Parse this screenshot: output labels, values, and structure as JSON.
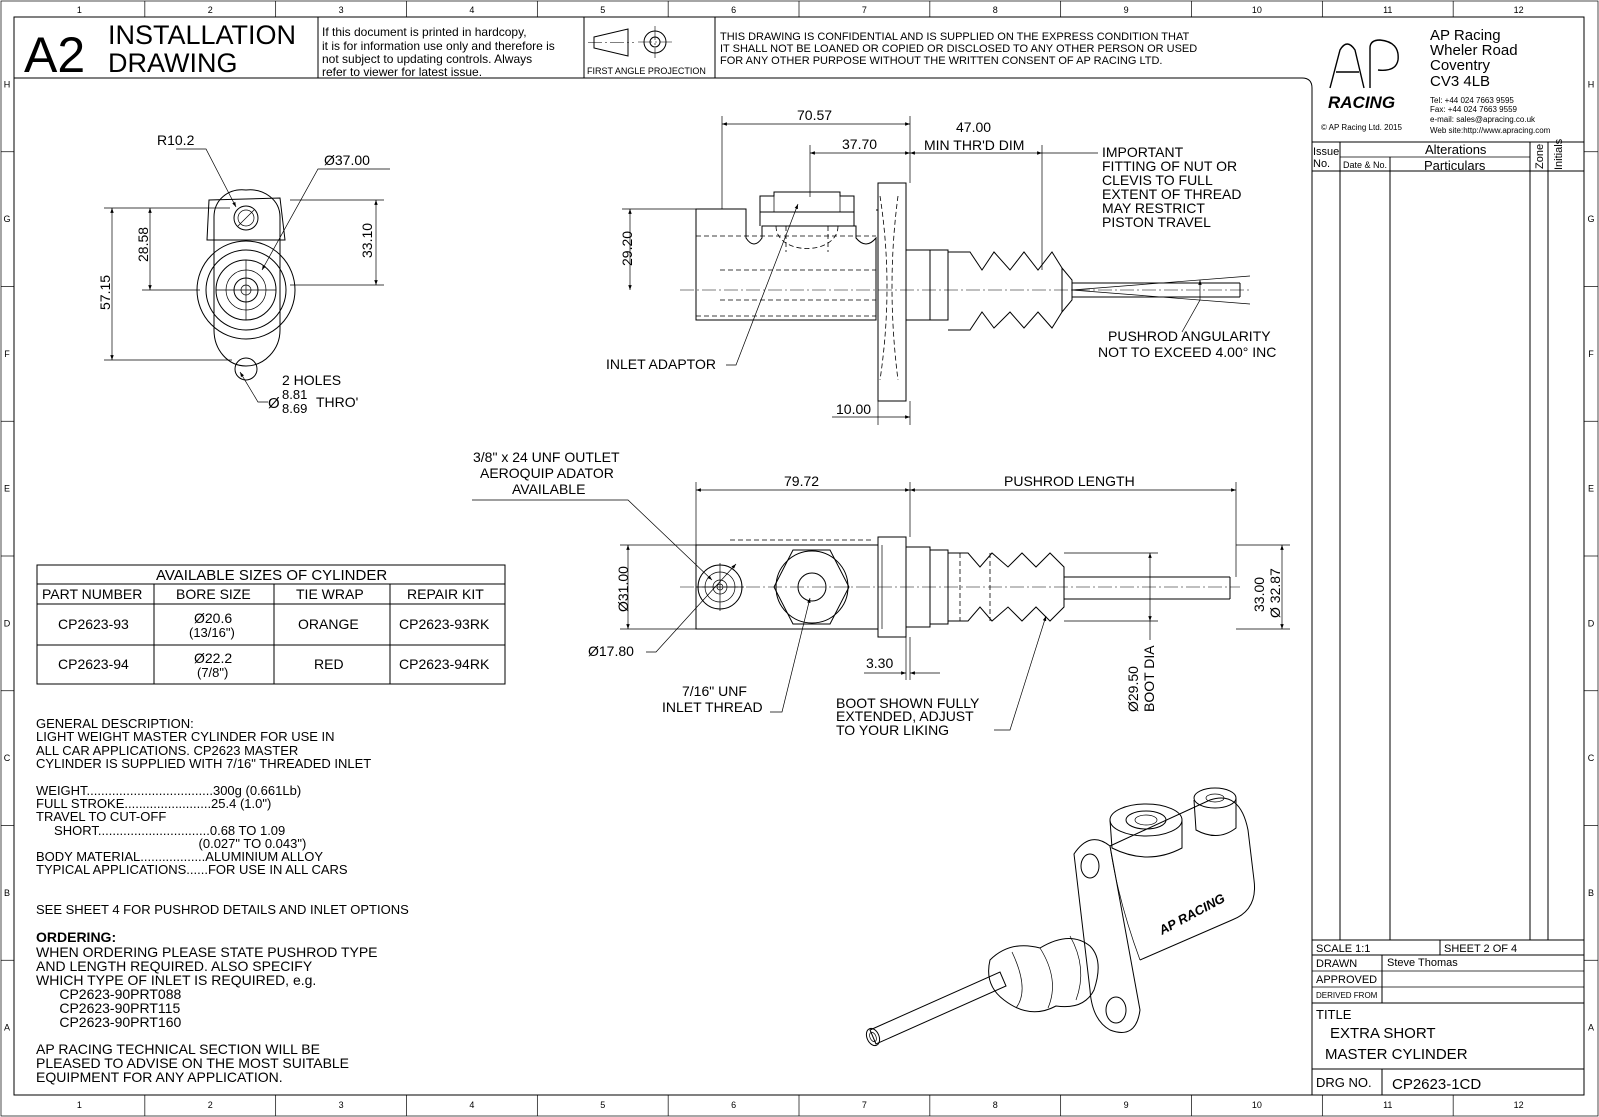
{
  "header": {
    "sheet_size": "A2",
    "drawing_type_line1": "INSTALLATION",
    "drawing_type_line2": "DRAWING",
    "hardcopy_note": [
      "If this document is printed in hardcopy,",
      "it is for information use only and therefore is",
      "not subject to updating controls. Always",
      "refer to viewer for latest issue."
    ],
    "projection": "FIRST ANGLE PROJECTION",
    "confidential": [
      "THIS DRAWING IS CONFIDENTIAL AND IS SUPPLIED ON THE EXPRESS CONDITION THAT",
      "IT SHALL NOT BE LOANED OR COPIED OR DISCLOSED TO ANY OTHER PERSON OR USED",
      "FOR ANY OTHER PURPOSE WITHOUT THE WRITTEN CONSENT OF AP RACING LTD."
    ]
  },
  "company": {
    "logo_word": "RACING",
    "address": [
      "AP Racing",
      "Wheler Road",
      "Coventry",
      "CV3 4LB"
    ],
    "contact": [
      "Tel:  +44 024 7663 9595",
      "Fax: +44 024 7663 9559",
      "e-mail: sales@apracing.co.uk",
      "Web site:http://www.apracing.com"
    ],
    "copyright": "© AP Racing Ltd. 2015"
  },
  "border": {
    "columns": [
      "1",
      "2",
      "3",
      "4",
      "5",
      "6",
      "7",
      "8",
      "9",
      "10",
      "11",
      "12"
    ],
    "rows": [
      "H",
      "G",
      "F",
      "E",
      "D",
      "C",
      "B",
      "A"
    ]
  },
  "alterations": {
    "issue_label": "Issue",
    "no_label": "No.",
    "title": "Alterations",
    "date_label": "Date & No.",
    "particulars_label": "Particulars",
    "zone_label": "Zone",
    "initials_label": "Initials"
  },
  "title_block": {
    "scale": "SCALE  1:1",
    "sheet": "SHEET  2  OF  4",
    "drawn_label": "DRAWN",
    "drawn_by": "Steve Thomas",
    "approved_label": "APPROVED",
    "derived_label": "DERIVED FROM",
    "title_label": "TITLE",
    "title_line1": "EXTRA SHORT",
    "title_line2": "MASTER CYLINDER",
    "drg_label": "DRG NO.",
    "drg_no": "CP2623-1CD"
  },
  "front_view": {
    "radius": "R10.2",
    "dia_37": "Ø37.00",
    "dim_28": "28.58",
    "dim_33": "33.10",
    "dim_57": "57.15",
    "holes": "2 HOLES",
    "hole_dia_symbol": "Ø",
    "hole_upper": "8.81",
    "hole_lower": "8.69",
    "thro": "THRO'"
  },
  "side_view": {
    "dim_70": "70.57",
    "dim_37": "37.70",
    "dim_47": "47.00",
    "min_thread": "MIN THR'D DIM",
    "dim_29": "29.20",
    "dim_10": "10.00",
    "important": [
      "IMPORTANT",
      "FITTING OF NUT OR",
      "CLEVIS TO FULL",
      "EXTENT OF THREAD",
      "MAY RESTRICT",
      "PISTON TRAVEL"
    ],
    "inlet_adaptor": "INLET ADAPTOR",
    "angularity": [
      "PUSHROD ANGULARITY",
      "NOT TO EXCEED 4.00° INC"
    ]
  },
  "plan_view": {
    "outlet": [
      "3/8\" x 24 UNF OUTLET",
      "AEROQUIP ADATOR",
      "AVAILABLE"
    ],
    "dim_79": "79.72",
    "pushrod_length": "PUSHROD LENGTH",
    "dia_31": "Ø31.00",
    "dia_17": "Ø17.80",
    "dim_3": "3.30",
    "inlet_thread": [
      "7/16\" UNF",
      "INLET THREAD"
    ],
    "boot": [
      "BOOT SHOWN FULLY",
      "EXTENDED, ADJUST",
      "TO YOUR LIKING"
    ],
    "boot_dia": [
      "Ø29.50",
      "BOOT DIA"
    ],
    "dia_33": "33.00",
    "dia_32": "Ø 32.87"
  },
  "sizes_table": {
    "title": "AVAILABLE SIZES OF CYLINDER",
    "headers": [
      "PART NUMBER",
      "BORE SIZE",
      "TIE WRAP",
      "REPAIR KIT"
    ],
    "rows": [
      {
        "part": "CP2623-93",
        "bore": "Ø20.6",
        "bore_in": "(13/16\")",
        "wrap": "ORANGE",
        "kit": "CP2623-93RK"
      },
      {
        "part": "CP2623-94",
        "bore": "Ø22.2",
        "bore_in": "(7/8\")",
        "wrap": "RED",
        "kit": "CP2623-94RK"
      }
    ]
  },
  "notes": {
    "general": [
      "GENERAL DESCRIPTION:",
      "LIGHT WEIGHT MASTER CYLINDER FOR USE IN",
      "ALL CAR APPLICATIONS. CP2623 MASTER",
      "CYLINDER IS SUPPLIED WITH 7/16\" THREADED INLET"
    ],
    "specs": [
      "WEIGHT...................................300g (0.661Lb)",
      "FULL STROKE........................25.4 (1.0\")",
      "TRAVEL TO CUT-OFF",
      "     SHORT...............................0.68 TO 1.09",
      "                                             (0.027\" TO 0.043\")",
      "BODY MATERIAL..................ALUMINIUM ALLOY",
      "TYPICAL APPLICATIONS......FOR USE IN ALL CARS"
    ],
    "sheet4": "SEE SHEET 4 FOR PUSHROD DETAILS AND INLET OPTIONS",
    "ordering_title": "ORDERING:",
    "ordering": [
      "WHEN ORDERING PLEASE STATE PUSHROD TYPE",
      "AND LENGTH REQUIRED. ALSO SPECIFY",
      "WHICH TYPE OF INLET IS REQUIRED, e.g.",
      "      CP2623-90PRT088",
      "      CP2623-90PRT115",
      "      CP2623-90PRT160"
    ],
    "advise": [
      "AP RACING TECHNICAL SECTION WILL BE",
      "PLEASED TO ADVISE ON THE MOST SUITABLE",
      "EQUIPMENT FOR ANY APPLICATION."
    ]
  },
  "iso_view": {
    "brand": "AP RACING"
  }
}
